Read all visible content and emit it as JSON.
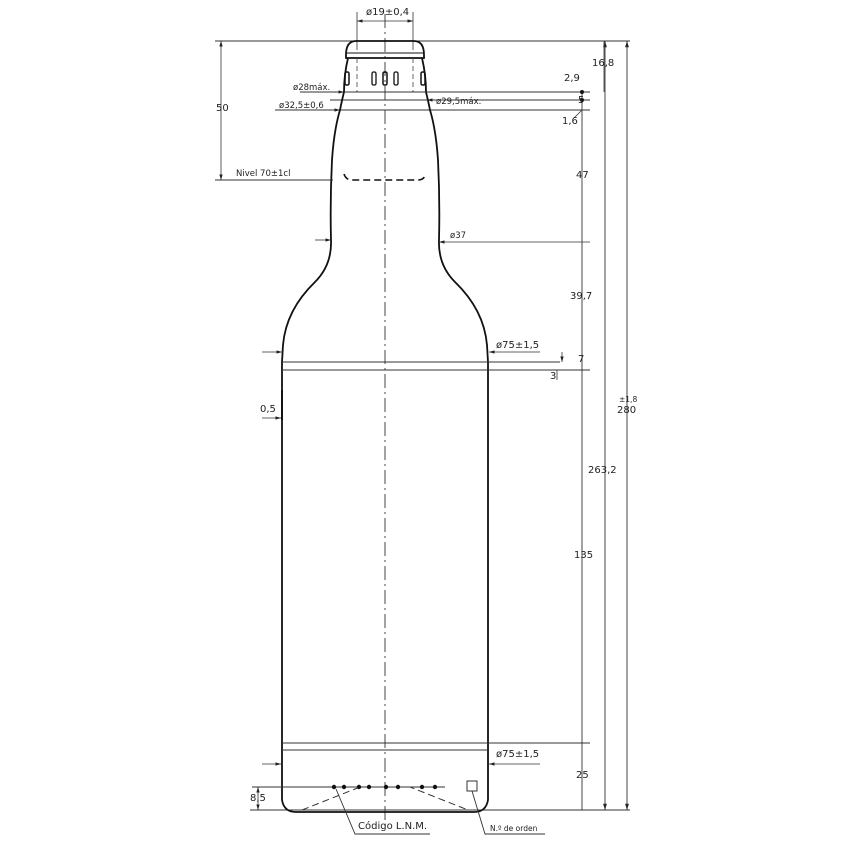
{
  "drawing": {
    "title": "Bottle technical drawing",
    "line_color": "#111111",
    "dim_color": "#333333",
    "labels": {
      "finish_diameter": "ø19±0,4",
      "max_neck_diameter_left": "ø28máx.",
      "neck_ring_diameter": "ø32,5±0,6",
      "max_neck_diameter_right": "ø29,5máx.",
      "fill_level_height": "50",
      "fill_level": "Nivel 70±1cl",
      "neck_diameter": "ø37",
      "shoulder_diameter": "ø75±1,5",
      "base_diameter": "ø75±1,5",
      "dim_16_8": "16,8",
      "dim_2_9": "2,9",
      "dim_5": "5",
      "dim_1_6": "1,6",
      "dim_47": "47",
      "dim_39_7": "39,7",
      "dim_7": "7",
      "dim_3": "3",
      "dim_0_5": "0,5",
      "dim_263_2": "263,2",
      "total_height_tolerance": "±1,8",
      "total_height": "280",
      "dim_135": "135",
      "dim_25": "25",
      "dim_8_5": "8,5",
      "code_label": "Código L.N.M.",
      "order_number_label": "N.º de orden"
    }
  }
}
